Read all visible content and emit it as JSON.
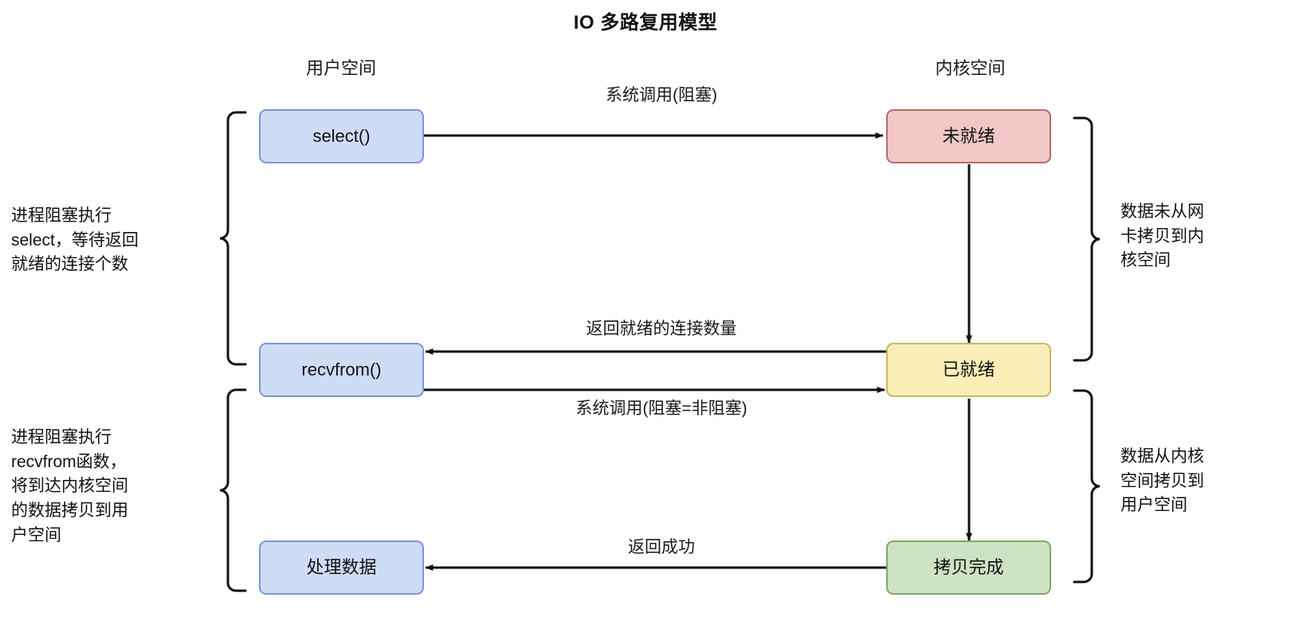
{
  "title": "IO 多路复用模型",
  "columns": {
    "user_space": "用户空间",
    "kernel_space": "内核空间"
  },
  "nodes": {
    "select": {
      "label": "select()",
      "color": "#cfdcf5",
      "border": "#7a97d4"
    },
    "recvfrom": {
      "label": "recvfrom()",
      "color": "#cfdcf5",
      "border": "#7a97d4"
    },
    "process_data": {
      "label": "处理数据",
      "color": "#cfdcf5",
      "border": "#7a97d4"
    },
    "not_ready": {
      "label": "未就绪",
      "color": "#f1c7c7",
      "border": "#b76a6a"
    },
    "ready": {
      "label": "已就绪",
      "color": "#faeeb9",
      "border": "#c9b95e"
    },
    "copy_done": {
      "label": "拷贝完成",
      "color": "#cfe3c4",
      "border": "#7ea86c"
    }
  },
  "edges": {
    "syscall_block": "系统调用(阻塞)",
    "return_ready_count": "返回就绪的连接数量",
    "syscall_block_eq_nonblock": "系统调用(阻塞=非阻塞)",
    "return_success": "返回成功"
  },
  "annotations": {
    "left_top": "进程阻塞执行\nselect，等待返回\n就绪的连接个数",
    "left_bottom": "进程阻塞执行\nrecvfrom函数，\n将到达内核空间\n的数据拷贝到用\n户空间",
    "right_top": "数据未从网\n卡拷贝到内\n核空间",
    "right_bottom": "数据从内核\n空间拷贝到\n用户空间"
  }
}
